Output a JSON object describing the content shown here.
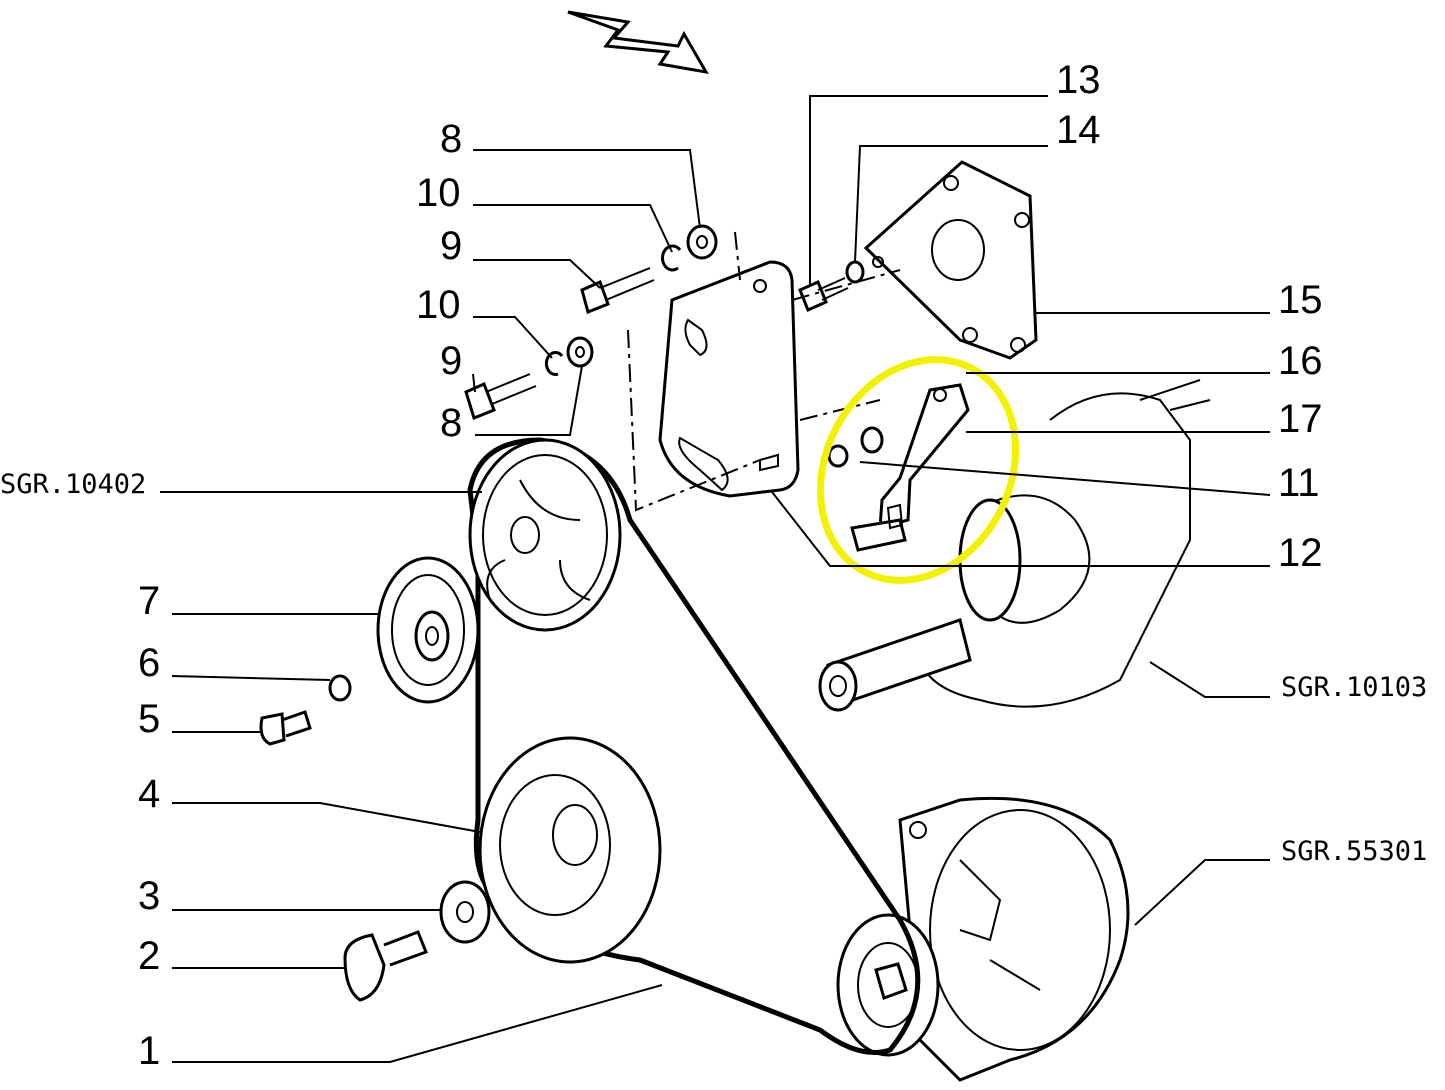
{
  "labels": {
    "p13": "13",
    "p14": "14",
    "p8a": "8",
    "p10a": "10",
    "p9a": "9",
    "p10b": "10",
    "p9b": "9",
    "p8b": "8",
    "p15": "15",
    "p16": "16",
    "p17": "17",
    "p11": "11",
    "p12": "12",
    "p7": "7",
    "p6": "6",
    "p5": "5",
    "p4": "4",
    "p3": "3",
    "p2": "2",
    "p1": "1",
    "sgr10402": "SGR.10402",
    "sgr10103": "SGR.10103",
    "sgr55301": "SGR.55301"
  },
  "highlight_color": "#f2f200"
}
